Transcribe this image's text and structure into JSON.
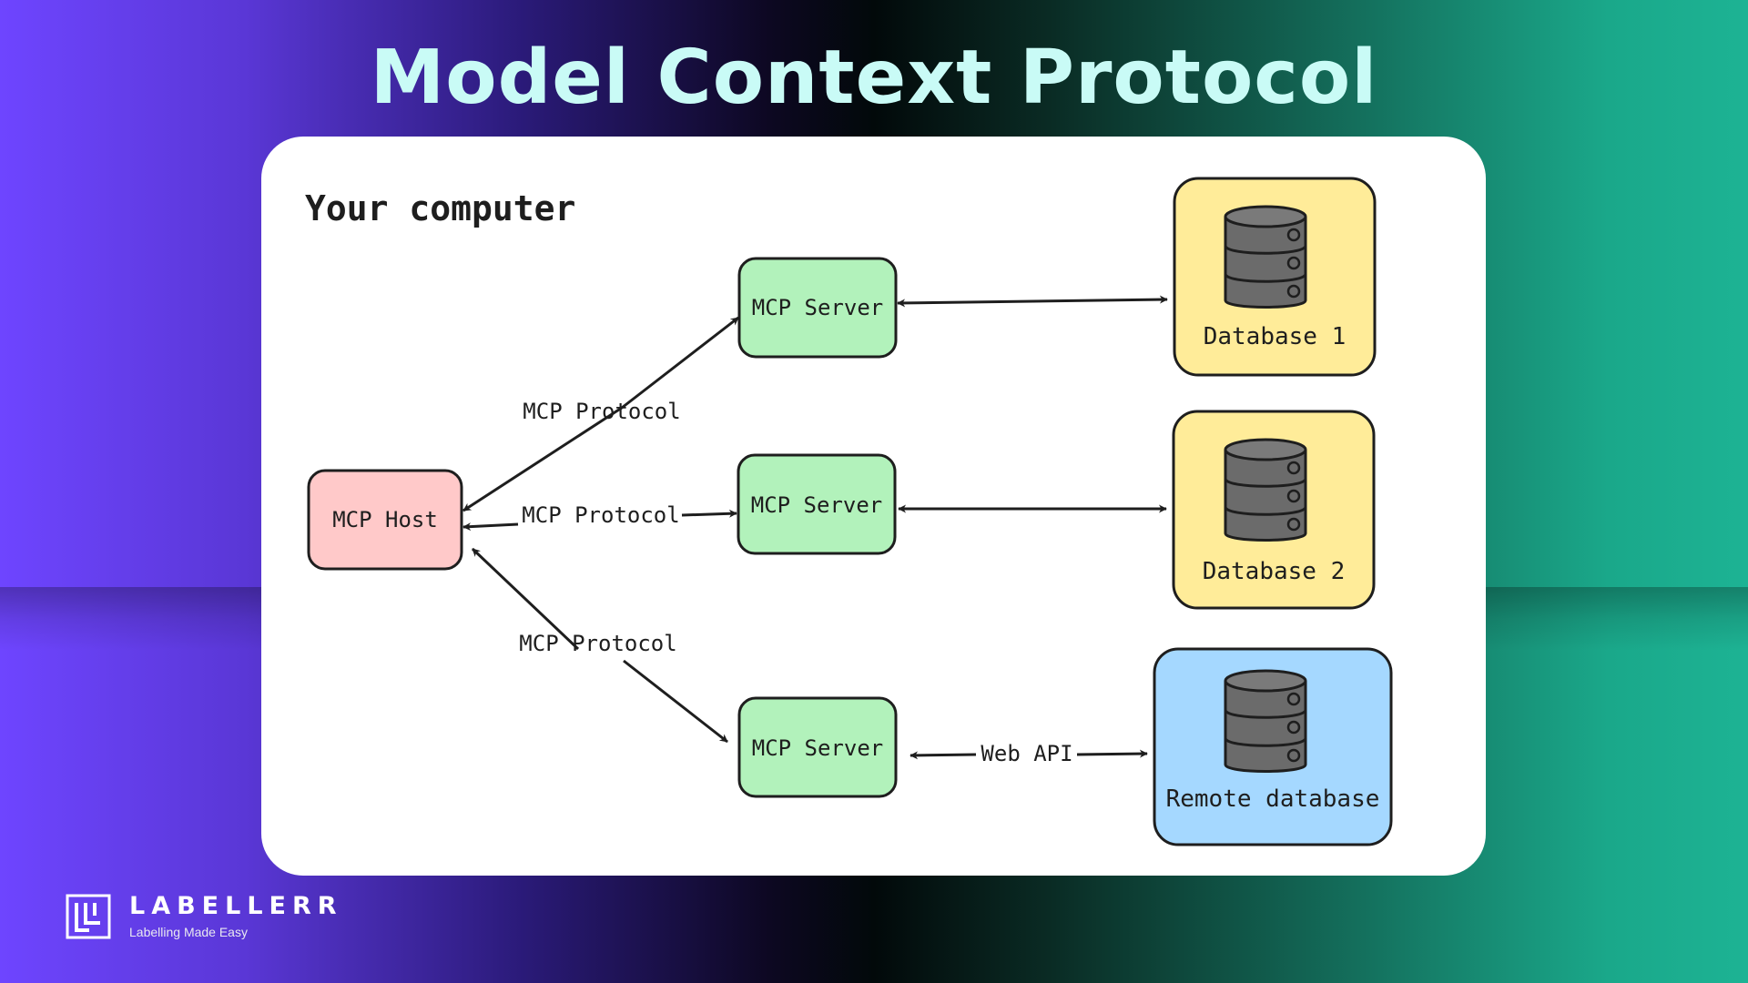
{
  "title": "Model Context Protocol",
  "diagram": {
    "container_label": "Your computer",
    "host": {
      "label": "MCP Host",
      "color": "#ffc9c9"
    },
    "servers": [
      {
        "label": "MCP Server",
        "color": "#b2f2bb"
      },
      {
        "label": "MCP Server",
        "color": "#b2f2bb"
      },
      {
        "label": "MCP Server",
        "color": "#b2f2bb"
      }
    ],
    "databases": [
      {
        "label": "Database 1",
        "color": "#ffec99"
      },
      {
        "label": "Database 2",
        "color": "#ffec99"
      },
      {
        "label": "Remote database",
        "color": "#a5d8ff"
      }
    ],
    "edge_labels": {
      "host_server_1": "MCP Protocol",
      "host_server_2": "MCP Protocol",
      "host_server_3": "MCP Protocol",
      "server_3_remote": "Web API"
    },
    "icon": "database-icon"
  },
  "branding": {
    "name": "LABELLERR",
    "tagline": "Labelling Made Easy"
  }
}
